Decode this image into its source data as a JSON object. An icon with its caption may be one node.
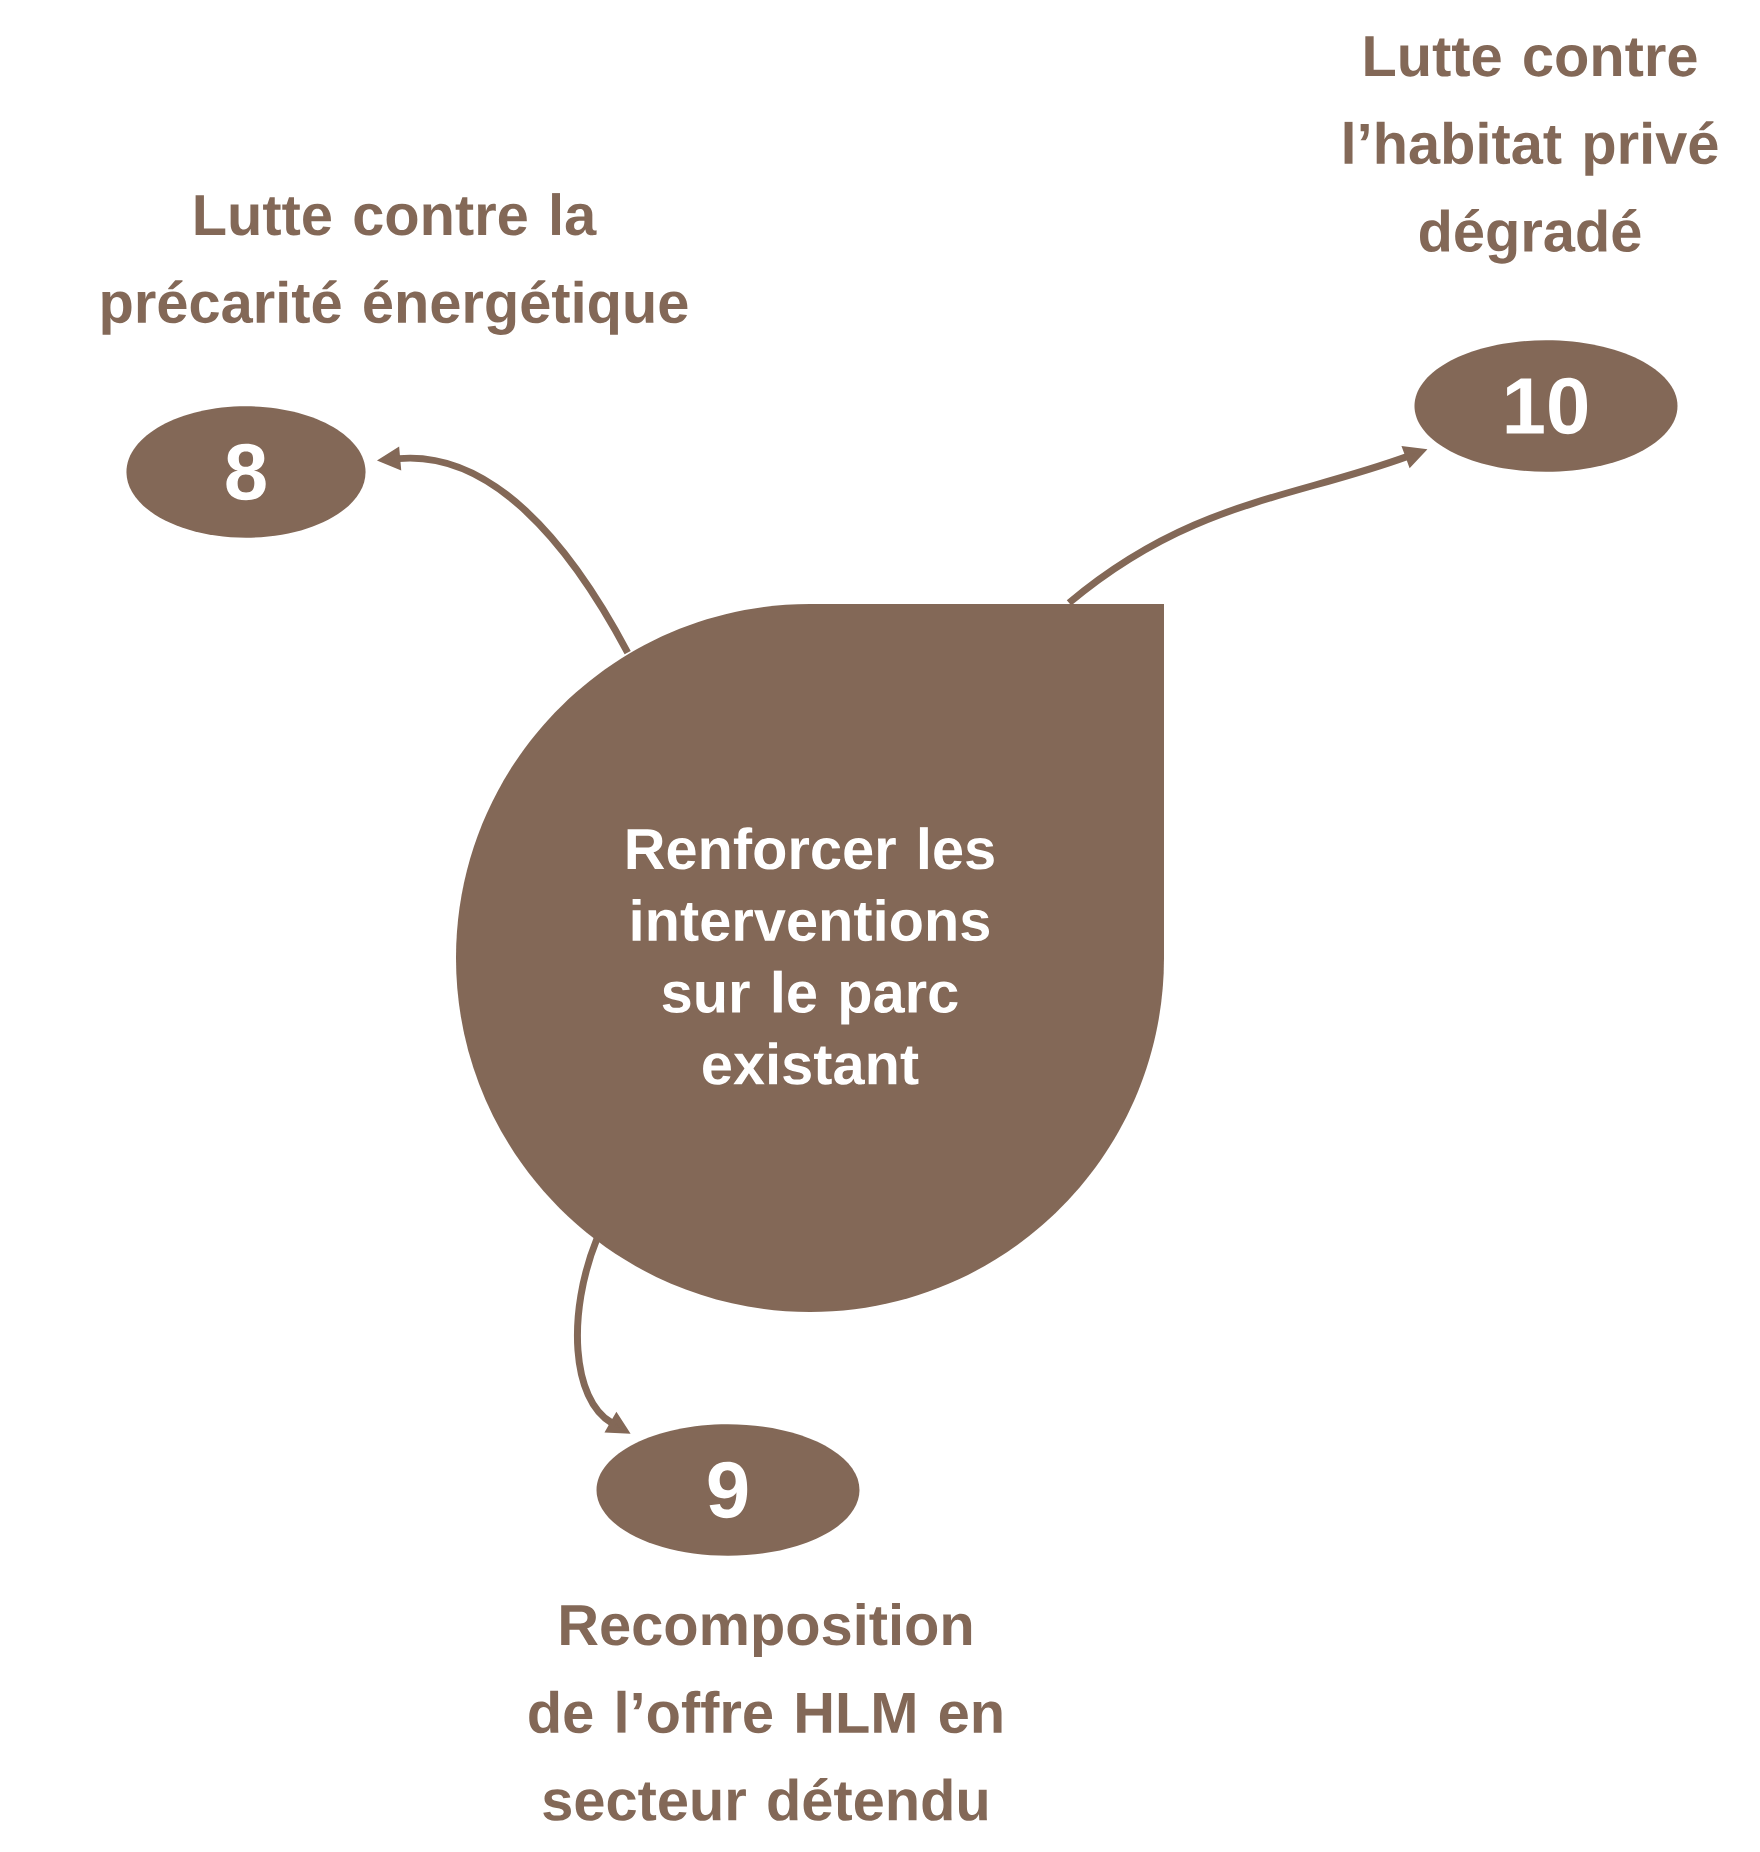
{
  "diagram": {
    "nodes": [
      {
        "text": [
          "Lutte contre la précarité énergétique",
          "8"
        ]
      },
      {
        "text": [
          "Lutte contre l’habitat privé dégradé",
          "10"
        ]
      },
      {
        "text": [
          "Renforcer les interventions sur le parc existant"
        ]
      },
      {
        "text": [
          "9",
          "Recomposition de l’offre HLM en secteur détendu"
        ]
      }
    ],
    "edges": [
      {
        "from": 2,
        "to": 0,
        "arrow": "to"
      },
      {
        "from": 2,
        "to": 1,
        "arrow": "to"
      },
      {
        "from": 2,
        "to": 3,
        "arrow": "to"
      }
    ]
  }
}
